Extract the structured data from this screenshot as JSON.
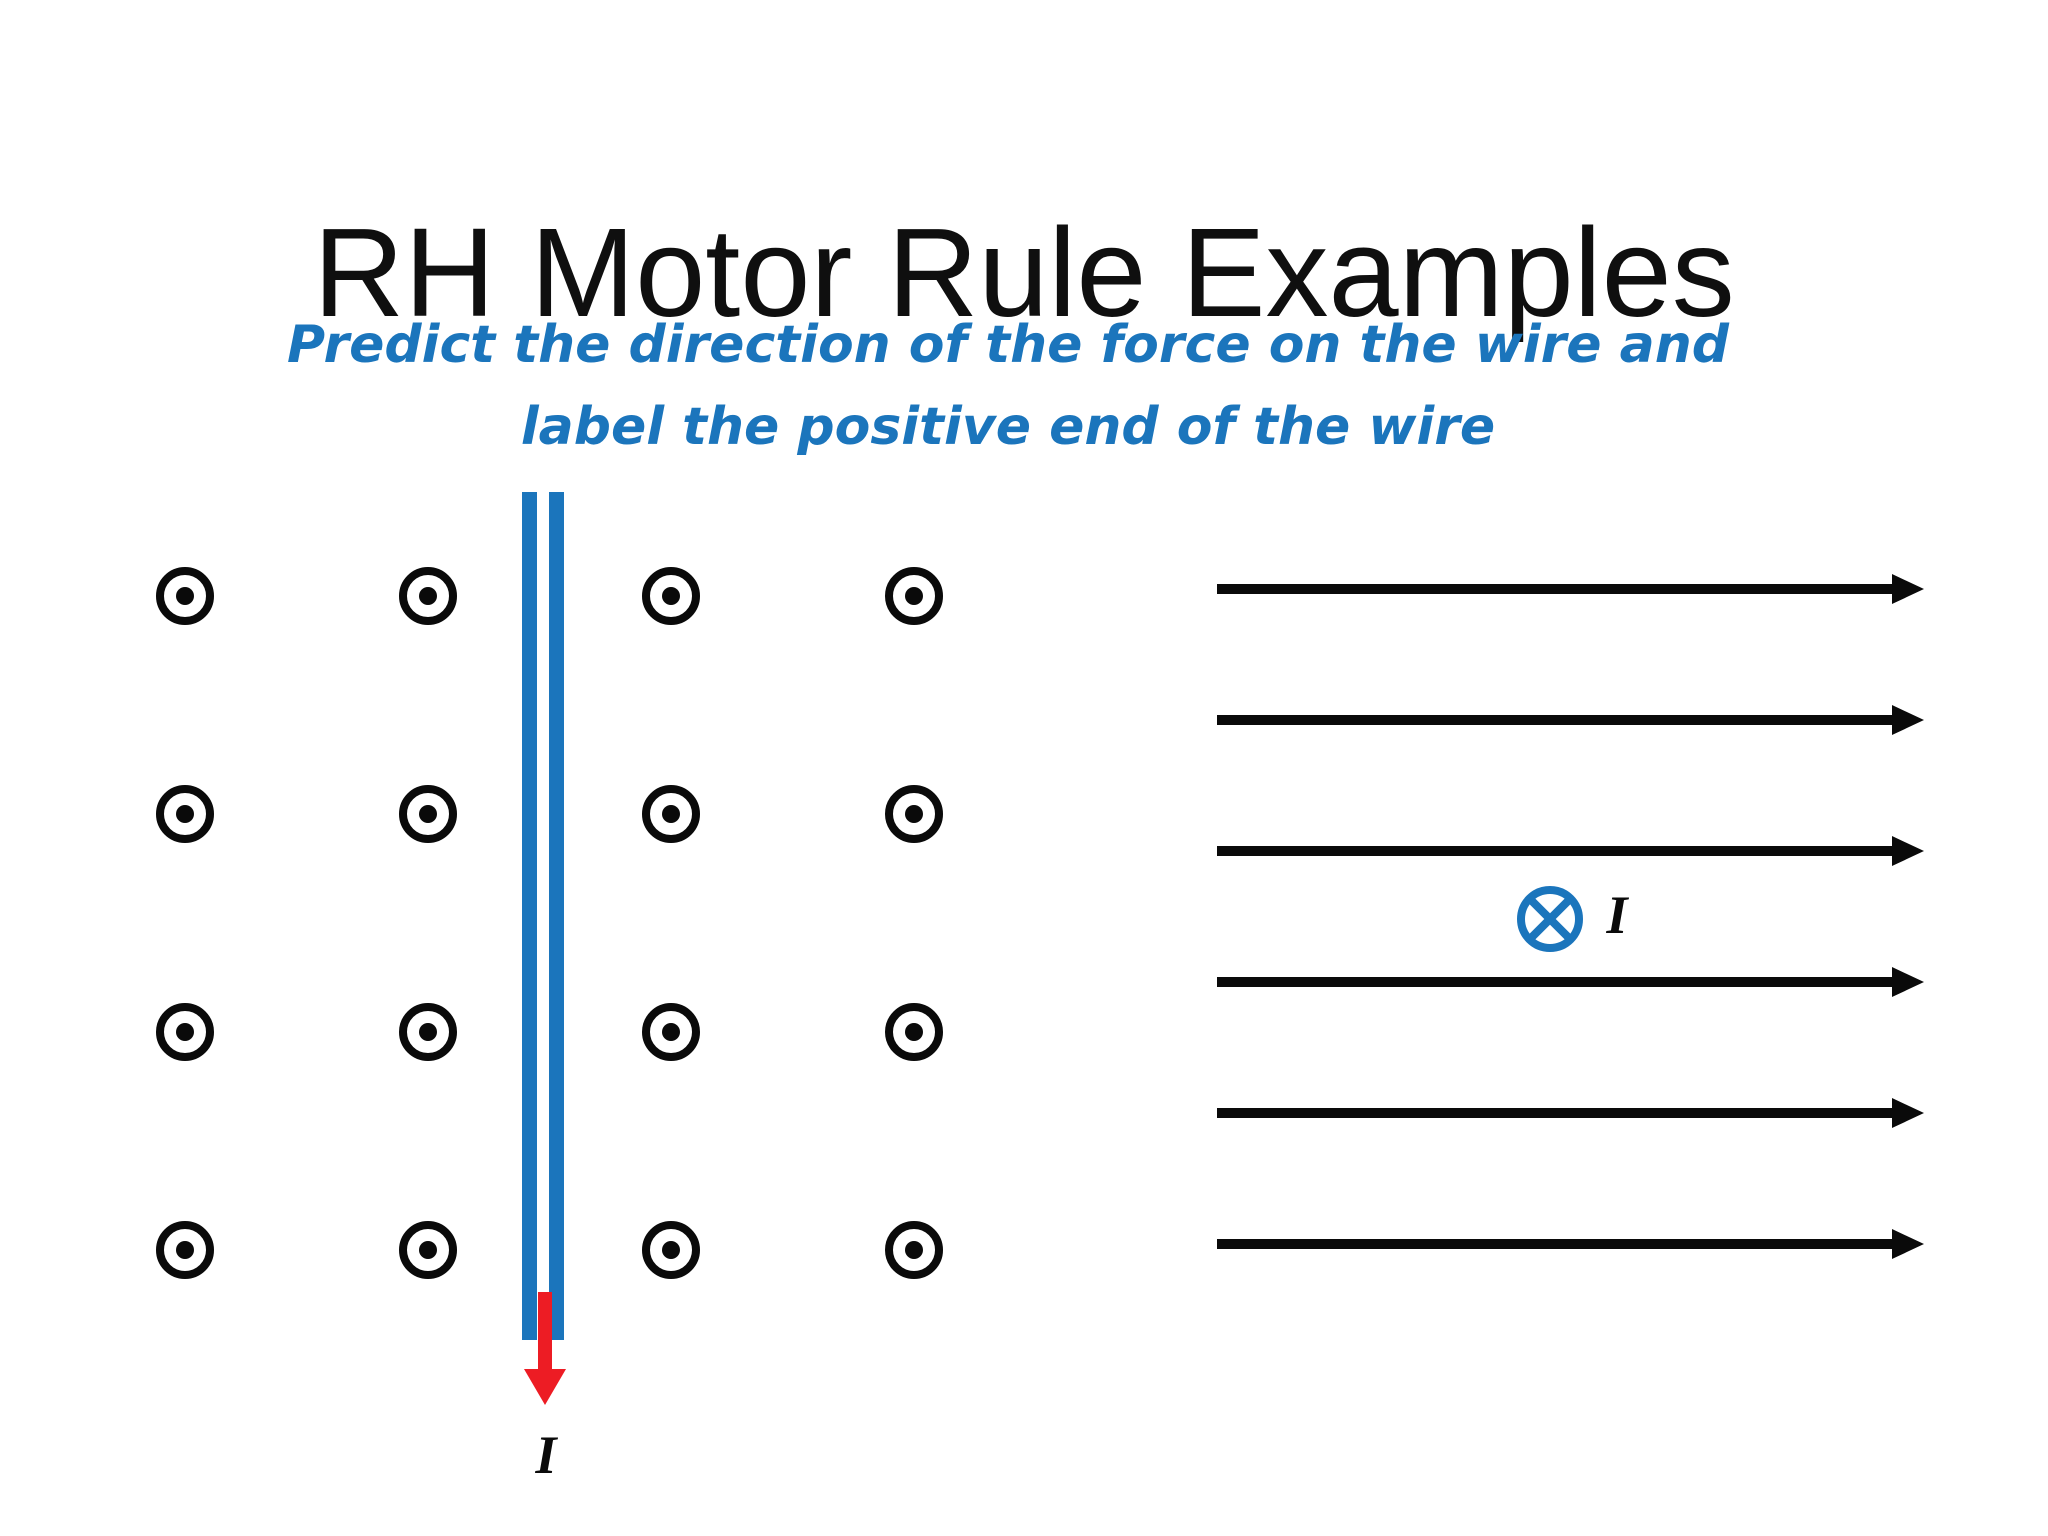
{
  "slide": {
    "title": "RH Motor Rule Examples",
    "subtitle": {
      "line1": "Predict the direction of the force on the wire and",
      "line2": "label the positive end of the wire"
    }
  },
  "colors": {
    "ink": "#0f0f0f",
    "blue": "#1b75bc",
    "red": "#ed1c24"
  },
  "left_example": {
    "field_symbol": "dot-in-circle (B field out of page)",
    "grid": {
      "rows": 4,
      "cols": 4
    },
    "wire": "vertical blue double line between grid columns 2 and 3",
    "current_direction": "down",
    "current_label": "I"
  },
  "right_example": {
    "field_symbol": "horizontal arrows pointing right (B field)",
    "field_line_count": 6,
    "current_symbol": "x-in-circle (current into page)",
    "current_label": "I"
  }
}
